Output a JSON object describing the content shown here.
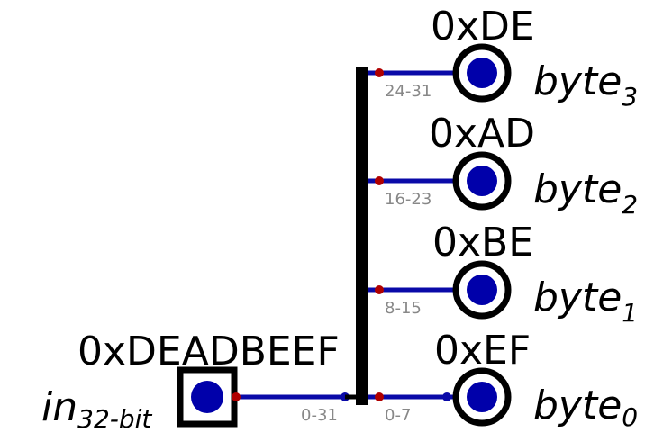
{
  "colors": {
    "wire": "#0a0aa8",
    "pin": "#b00000",
    "pin_fill": "#0000aa",
    "bus": "#000000",
    "range_text": "#888888"
  },
  "input": {
    "value": "0xDEADBEEF",
    "label_main": "in",
    "label_sub": "32-bit",
    "range": "0-31"
  },
  "outputs": [
    {
      "value": "0xDE",
      "label_main": "byte",
      "label_sub": "3",
      "range": "24-31"
    },
    {
      "value": "0xAD",
      "label_main": "byte",
      "label_sub": "2",
      "range": "16-23"
    },
    {
      "value": "0xBE",
      "label_main": "byte",
      "label_sub": "1",
      "range": "8-15"
    },
    {
      "value": "0xEF",
      "label_main": "byte",
      "label_sub": "0",
      "range": "0-7"
    }
  ]
}
